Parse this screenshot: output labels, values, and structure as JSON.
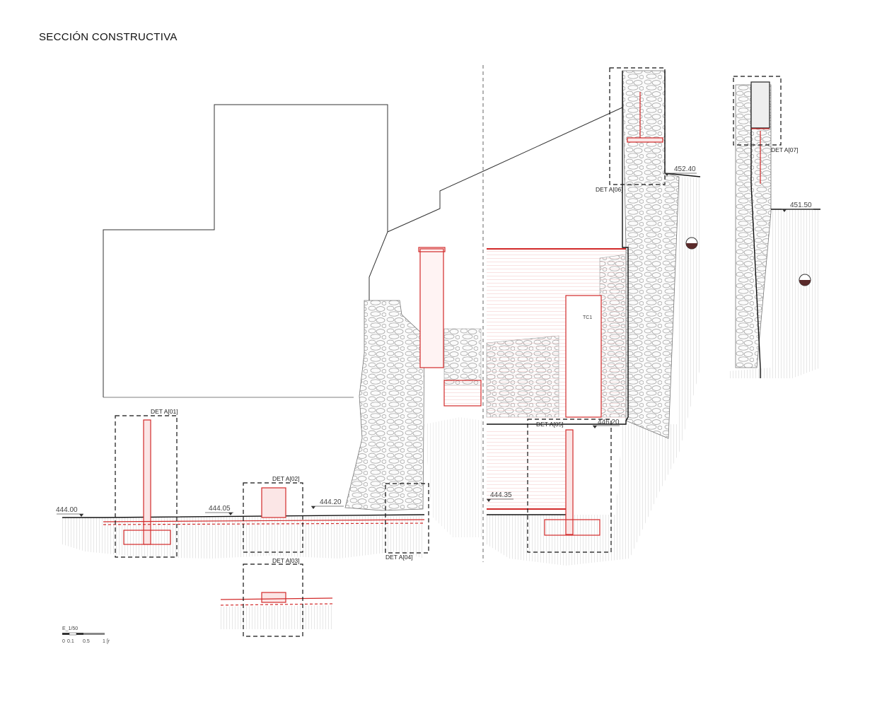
{
  "title": "SECCIÓN CONSTRUCTIVA",
  "colors": {
    "line": "#222222",
    "red": "#d22a2a",
    "stone": "#9a9a9a",
    "hatch": "#c8c8c8"
  },
  "details": [
    "DET A[01]",
    "DET A[02]",
    "DET A[03]",
    "DET A[04]",
    "DET A[05]",
    "DET A[06]",
    "DET A[07]"
  ],
  "levels": [
    "444.00",
    "444.05",
    "444.20",
    "444.35",
    "446.20",
    "452.40",
    "451.50"
  ],
  "tag_tc1": "TC1",
  "scale": {
    "label": "E_1/50",
    "ticks": [
      "0",
      "0.1",
      "0.5",
      "1 [r"
    ]
  }
}
